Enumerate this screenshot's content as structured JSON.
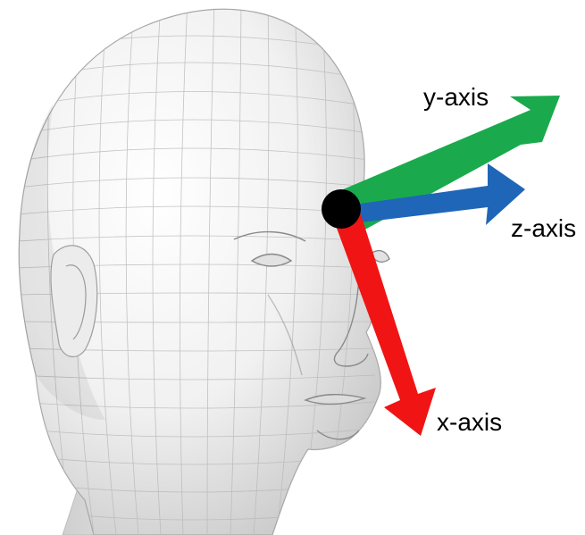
{
  "axes": {
    "y": {
      "label": "y-axis",
      "color": "#1aaa4d"
    },
    "z": {
      "label": "z-axis",
      "color": "#1f66b8"
    },
    "x": {
      "label": "x-axis",
      "color": "#f01414"
    }
  },
  "origin": {
    "color": "#000000"
  },
  "head": {
    "fill": "#f3f3f3",
    "shade": "#c9c9c9",
    "mesh": "#b5b5b5"
  }
}
